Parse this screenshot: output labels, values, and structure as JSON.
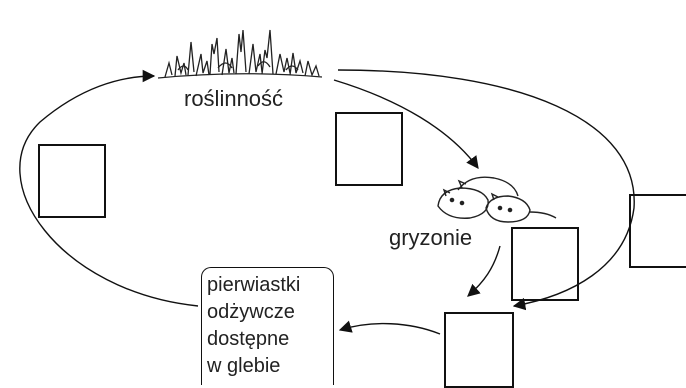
{
  "nodes": {
    "vegetation": "roślinność",
    "rodents": "gryzonie",
    "nutrients": [
      "pierwiastki",
      "odżywcze",
      "dostępne",
      "w glebie"
    ]
  },
  "answer_boxes": [
    "",
    "",
    "",
    "",
    ""
  ],
  "colors": {
    "ink": "#111111",
    "text": "#222222",
    "background": "#ffffff"
  }
}
